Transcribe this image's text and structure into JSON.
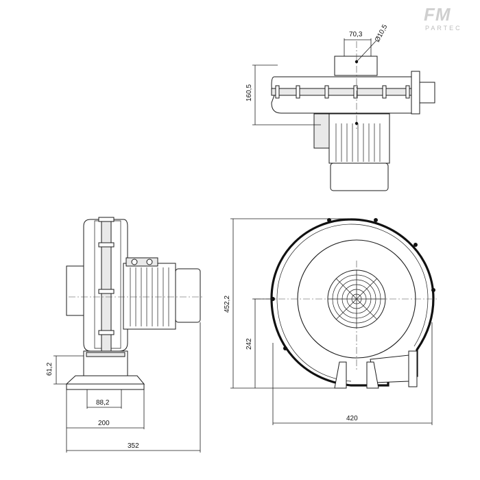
{
  "logo": {
    "main": "FM",
    "sub": "PARTEC"
  },
  "dimensions": {
    "top_width": "70,3",
    "top_diameter": "Ø10,5",
    "top_height": "160,5",
    "foot_height": "61,2",
    "foot_hole_spacing": "88,2",
    "base_width": "200",
    "overall_length": "352",
    "overall_height": "452,2",
    "shaft_height": "242",
    "housing_width": "420"
  },
  "colors": {
    "line": "#1a1a1a",
    "fill": "#e9e9e9",
    "logo": "#cfcfcf"
  }
}
